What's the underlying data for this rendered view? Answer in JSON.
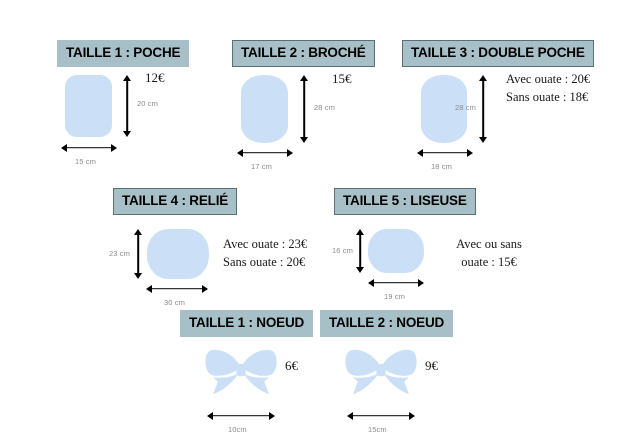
{
  "page": {
    "background_color": "#ffffff",
    "accent_header_color": "#a7bfc6",
    "shape_color": "#cbe0f7",
    "dimension_text_color": "#8a8a8a"
  },
  "products": [
    {
      "id": "taille-1-poche",
      "title": "TAILLE 1 : POCHE",
      "shape": "rounded-rectangle",
      "width_label": "15 cm",
      "height_label": "20 cm",
      "prices": [
        "12€"
      ]
    },
    {
      "id": "taille-2-broche",
      "title": "TAILLE 2 : BROCHÉ",
      "shape": "vertical-pill",
      "width_label": "17 cm",
      "height_label": "28 cm",
      "prices": [
        "15€"
      ]
    },
    {
      "id": "taille-3-double-poche",
      "title": "TAILLE 3 : DOUBLE POCHE",
      "shape": "vertical-pill",
      "width_label": "18 cm",
      "height_label": "28 cm",
      "prices": [
        "Avec ouate : 20€",
        "Sans ouate : 18€"
      ]
    },
    {
      "id": "taille-4-relie",
      "title": "TAILLE 4 : RELIÉ",
      "shape": "horizontal-oval",
      "width_label": "30 cm",
      "height_label": "23 cm",
      "prices": [
        "Avec ouate : 23€",
        "Sans ouate : 20€"
      ]
    },
    {
      "id": "taille-5-liseuse",
      "title": "TAILLE 5 : LISEUSE",
      "shape": "horizontal-oval",
      "width_label": "19 cm",
      "height_label": "16 cm",
      "prices": [
        "Avec ou sans",
        "ouate : 15€"
      ]
    },
    {
      "id": "taille-1-noeud",
      "title": "TAILLE 1 : NOEUD",
      "shape": "bow",
      "width_label": "10cm",
      "height_label": "",
      "prices": [
        "6€"
      ]
    },
    {
      "id": "taille-2-noeud",
      "title": "TAILLE 2 : NOEUD",
      "shape": "bow",
      "width_label": "15cm",
      "height_label": "",
      "prices": [
        "9€"
      ]
    }
  ]
}
